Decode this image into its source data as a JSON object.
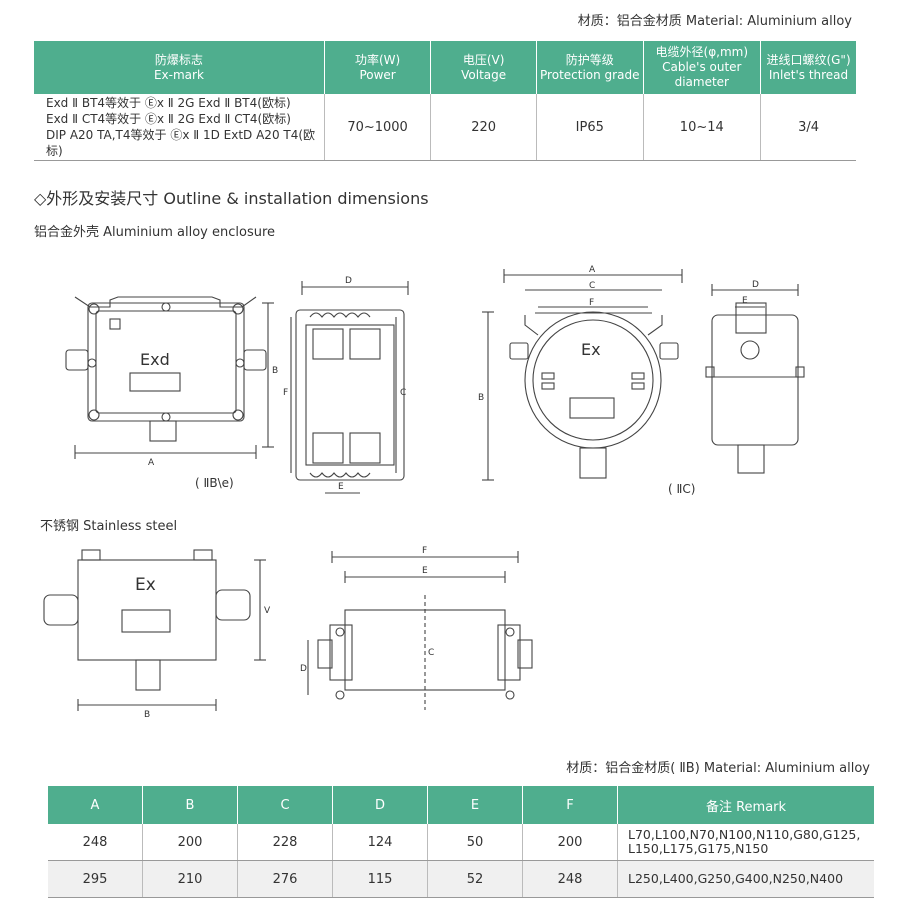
{
  "material_top": "材质：铝合金材质  Material: Aluminium alloy",
  "spec_table": {
    "headers": [
      {
        "cn": "防爆标志",
        "en": "Ex-mark"
      },
      {
        "cn": "功率(W)",
        "en": "Power"
      },
      {
        "cn": "电压(V)",
        "en": "Voltage"
      },
      {
        "cn": "防护等级",
        "en": "Protection grade"
      },
      {
        "cn": "电缆外径(φ,mm)",
        "en": "Cable's outer diameter"
      },
      {
        "cn": "进线口螺纹(G\")",
        "en": "Inlet's thread"
      }
    ],
    "exmark_lines": [
      "Exd Ⅱ BT4等效于 Ⓔx Ⅱ 2G Exd Ⅱ BT4(欧标)",
      "Exd Ⅱ CT4等效于 Ⓔx Ⅱ 2G Exd Ⅱ CT4(欧标)",
      "DIP A20 TA,T4等效于 Ⓔx Ⅱ 1D ExtD A20 T4(欧标)"
    ],
    "power": "70~1000",
    "voltage": "220",
    "protection": "IP65",
    "cable_diameter": "10~14",
    "thread": "3/4"
  },
  "section_title": "◇外形及安装尺寸 Outline & installation dimensions",
  "subtitle_alu": "铝合金外壳 Aluminium alloy enclosure",
  "subtitle_steel": "不锈钢 Stainless steel",
  "drawing_labels": {
    "exd": "Exd",
    "ex": "Ex",
    "caption_iib": "( ⅡB\\e)",
    "caption_iic": "( ⅡC)",
    "dim_a": "A",
    "dim_b": "B",
    "dim_c": "C",
    "dim_d": "D",
    "dim_e": "E",
    "dim_f": "F",
    "dim_v": "V"
  },
  "material_bottom": "材质：铝合金材质( ⅡB)  Material: Aluminium alloy",
  "dim_table": {
    "headers": [
      "A",
      "B",
      "C",
      "D",
      "E",
      "F",
      "备注 Remark"
    ],
    "rows": [
      [
        "248",
        "200",
        "228",
        "124",
        "50",
        "200",
        "L70,L100,N70,N100,N110,G80,G125, L150,L175,G175,N150"
      ],
      [
        "295",
        "210",
        "276",
        "115",
        "52",
        "248",
        "L250,L400,G250,G400,N250,N400"
      ]
    ]
  },
  "colors": {
    "header_bg": "#4fae8e",
    "line": "#444444"
  }
}
